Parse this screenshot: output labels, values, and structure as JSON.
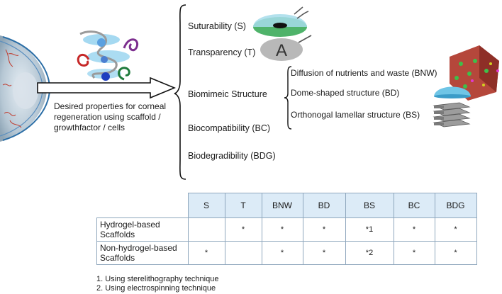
{
  "left_caption": "Desired properties for corneal regeneration using scaffold / growthfactor / cells",
  "properties": {
    "s": "Suturability (S)",
    "t": "Transparency (T)",
    "biomimetic": "Biomimeic Structure",
    "bc": "Biocompatibility (BC)",
    "bdg": "Biodegradibility (BDG)"
  },
  "icon_letter": "A",
  "biomimetic_sub": {
    "bnw": "Diffusion of nutrients and waste (BNW)",
    "bd": "Dome-shaped structure (BD)",
    "bs": "Orthonogal lamellar structure (BS)"
  },
  "table": {
    "headers": [
      "S",
      "T",
      "BNW",
      "BD",
      "BS",
      "BC",
      "BDG"
    ],
    "rows": [
      {
        "label": "Hydrogel-based Scaffolds",
        "cells": [
          "",
          "*",
          "*",
          "*",
          "*1",
          "*",
          "*"
        ]
      },
      {
        "label": "Non-hydrogel-based Scaffolds",
        "cells": [
          "*",
          "",
          "*",
          "*",
          "*2",
          "*",
          "*"
        ]
      }
    ]
  },
  "footnotes": [
    "1. Using sterelithography  technique",
    "2. Using electrospinning technique"
  ]
}
